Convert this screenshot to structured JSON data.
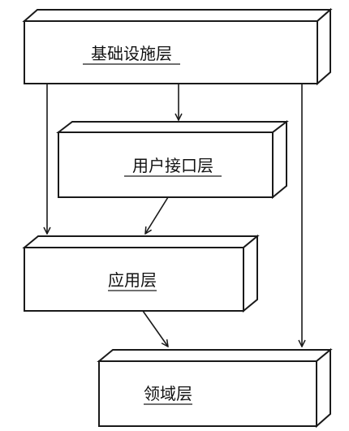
{
  "layers": [
    {
      "id": "infrastructure",
      "label": "基础设施层"
    },
    {
      "id": "user-interface",
      "label": "用户接口层"
    },
    {
      "id": "application",
      "label": "应用层"
    },
    {
      "id": "domain",
      "label": "领域层"
    }
  ],
  "arrows": [
    {
      "from": "infrastructure",
      "to": "user-interface"
    },
    {
      "from": "infrastructure",
      "to": "application"
    },
    {
      "from": "infrastructure",
      "to": "domain"
    },
    {
      "from": "user-interface",
      "to": "application"
    },
    {
      "from": "application",
      "to": "domain"
    }
  ],
  "colors": {
    "stroke": "#1a1a1a",
    "fill": "#ffffff"
  }
}
